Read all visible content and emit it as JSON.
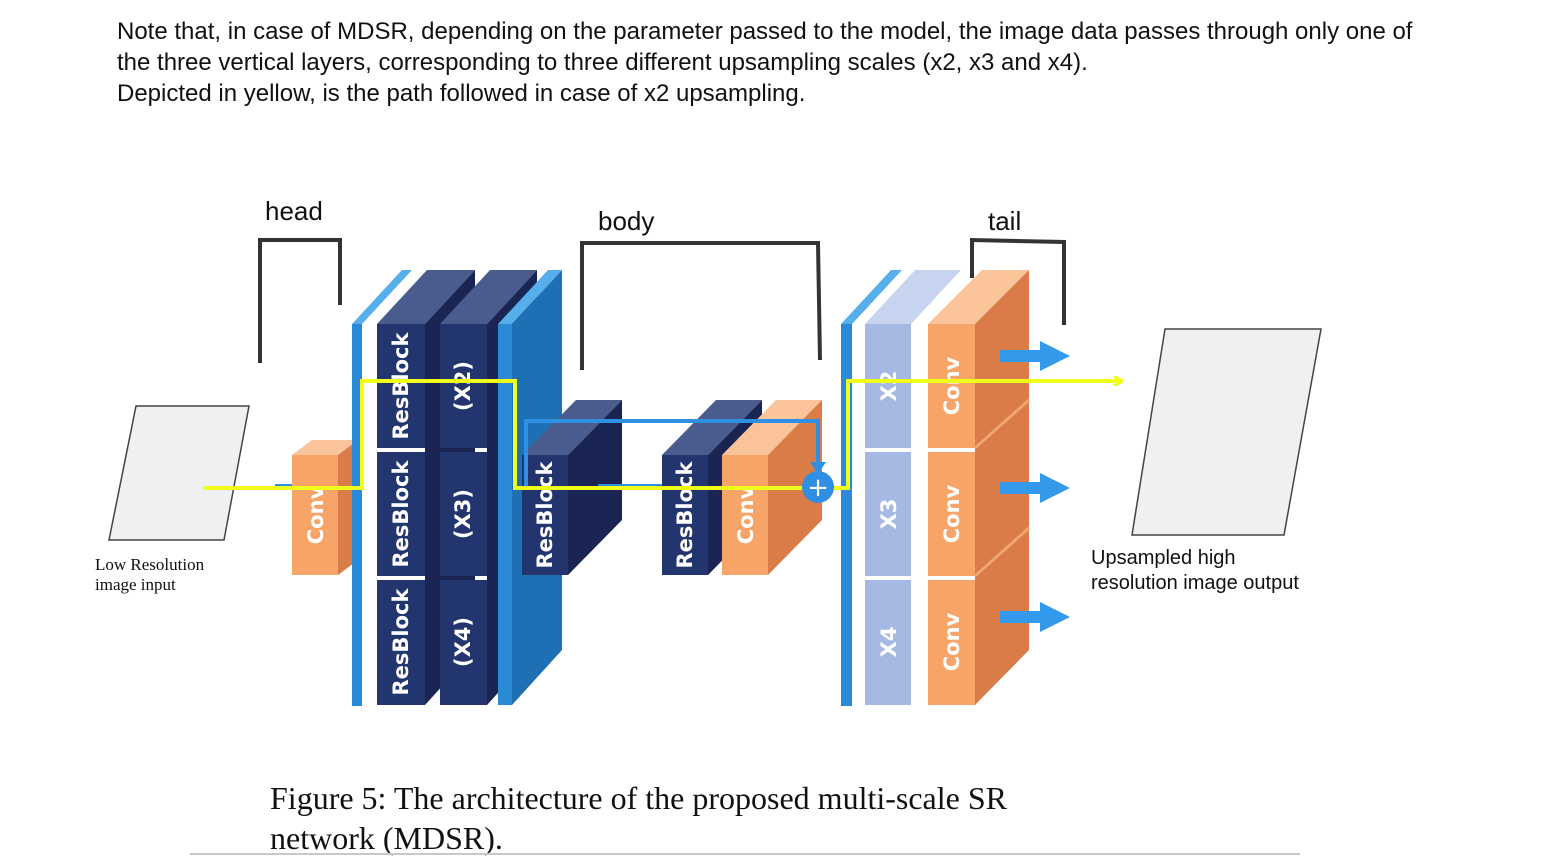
{
  "note": {
    "line1": "Note that, in case of MDSR, depending on the parameter passed to the model, the image data passes through only one of",
    "line2": "the three vertical layers, corresponding to three different upsampling scales (x2, x3 and x4).",
    "line3": "Depicted in yellow, is the path followed in case of x2 upsampling."
  },
  "sections": {
    "head": "head",
    "body": "body",
    "tail": "tail"
  },
  "input_label": {
    "line1": "Low Resolution",
    "line2": "image input"
  },
  "output_label": {
    "line1": "Upsampled high",
    "line2": "resolution image output"
  },
  "blocks": {
    "conv_head": "Conv",
    "resblock_1": "ResBlock",
    "resblock_2": "ResBlock",
    "resblock_3": "ResBlock",
    "scale_x2": "(X2)",
    "scale_x3": "(X3)",
    "scale_x4": "(X4)",
    "body_resblock_1": "ResBlock",
    "body_resblock_2": "ResBlock",
    "body_conv": "Conv",
    "up_x2": "X2",
    "up_x3": "X3",
    "up_x4": "X4",
    "tail_conv_1": "Conv",
    "tail_conv_2": "Conv",
    "tail_conv_3": "Conv",
    "skip_plus": "+"
  },
  "caption": {
    "line1": "Figure 5: The architecture of the proposed multi-scale SR",
    "line2": "network (MDSR)."
  },
  "colors": {
    "orange_front": "#f7a468",
    "orange_side": "#d97c47",
    "orange_top": "#fbc39a",
    "navy_front": "#23356f",
    "navy_side": "#1a2553",
    "navy_top": "#4a5c8e",
    "blue_front": "#2a8ad6",
    "blue_side": "#1e6fb3",
    "blue_top": "#56aeeb",
    "light_front": "#a6b9e2",
    "yellow_path": "#f0ff19",
    "arrow_blue": "#3399ea",
    "bracket": "#333333"
  }
}
